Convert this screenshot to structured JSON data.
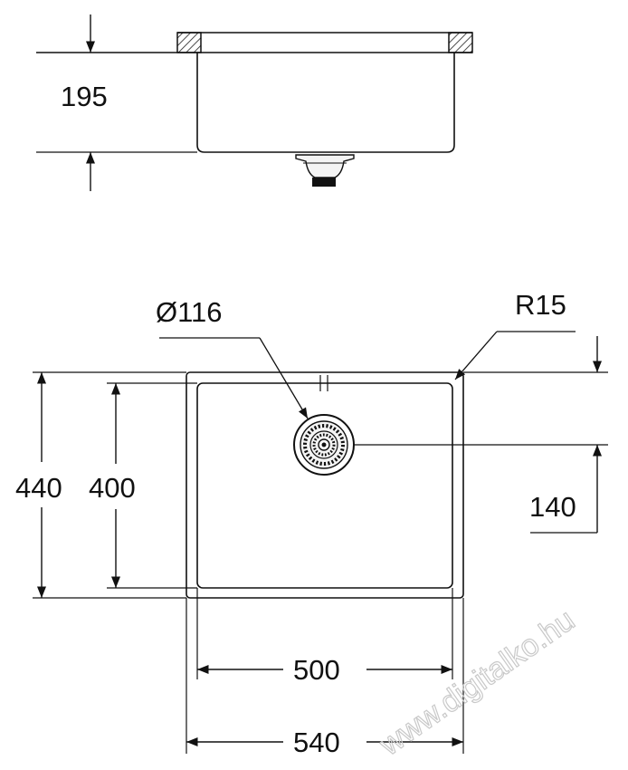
{
  "side_view": {
    "height_label": "195"
  },
  "top_view": {
    "drain_diameter_label": "Ø116",
    "corner_radius_label": "R15",
    "outer_depth_label": "440",
    "inner_depth_label": "400",
    "drain_offset_label": "140",
    "inner_width_label": "500",
    "outer_width_label": "540"
  },
  "watermark": {
    "text": "www.digitalko.hu"
  }
}
